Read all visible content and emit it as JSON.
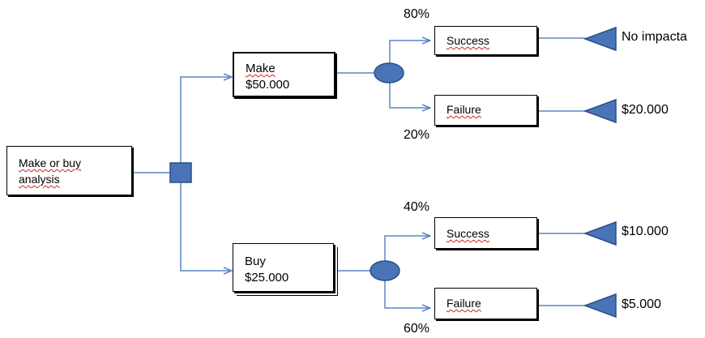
{
  "root": {
    "line1": "Make or buy",
    "line2": "analysis"
  },
  "options": [
    {
      "line1": "Make",
      "line2": "$50.000",
      "branches": [
        {
          "probability": "80%",
          "label": "Success",
          "result": "No impacta"
        },
        {
          "probability": "20%",
          "label": "Failure",
          "result": "$20.000"
        }
      ]
    },
    {
      "line1": "Buy",
      "line2": "$25.000",
      "branches": [
        {
          "probability": "40%",
          "label": "Success",
          "result": "$10.000"
        },
        {
          "probability": "60%",
          "label": "Failure",
          "result": "$5.000"
        }
      ]
    }
  ],
  "colors": {
    "node_fill": "#4a74b8",
    "node_stroke": "#2a4d85",
    "connector": "#5b86c5"
  }
}
